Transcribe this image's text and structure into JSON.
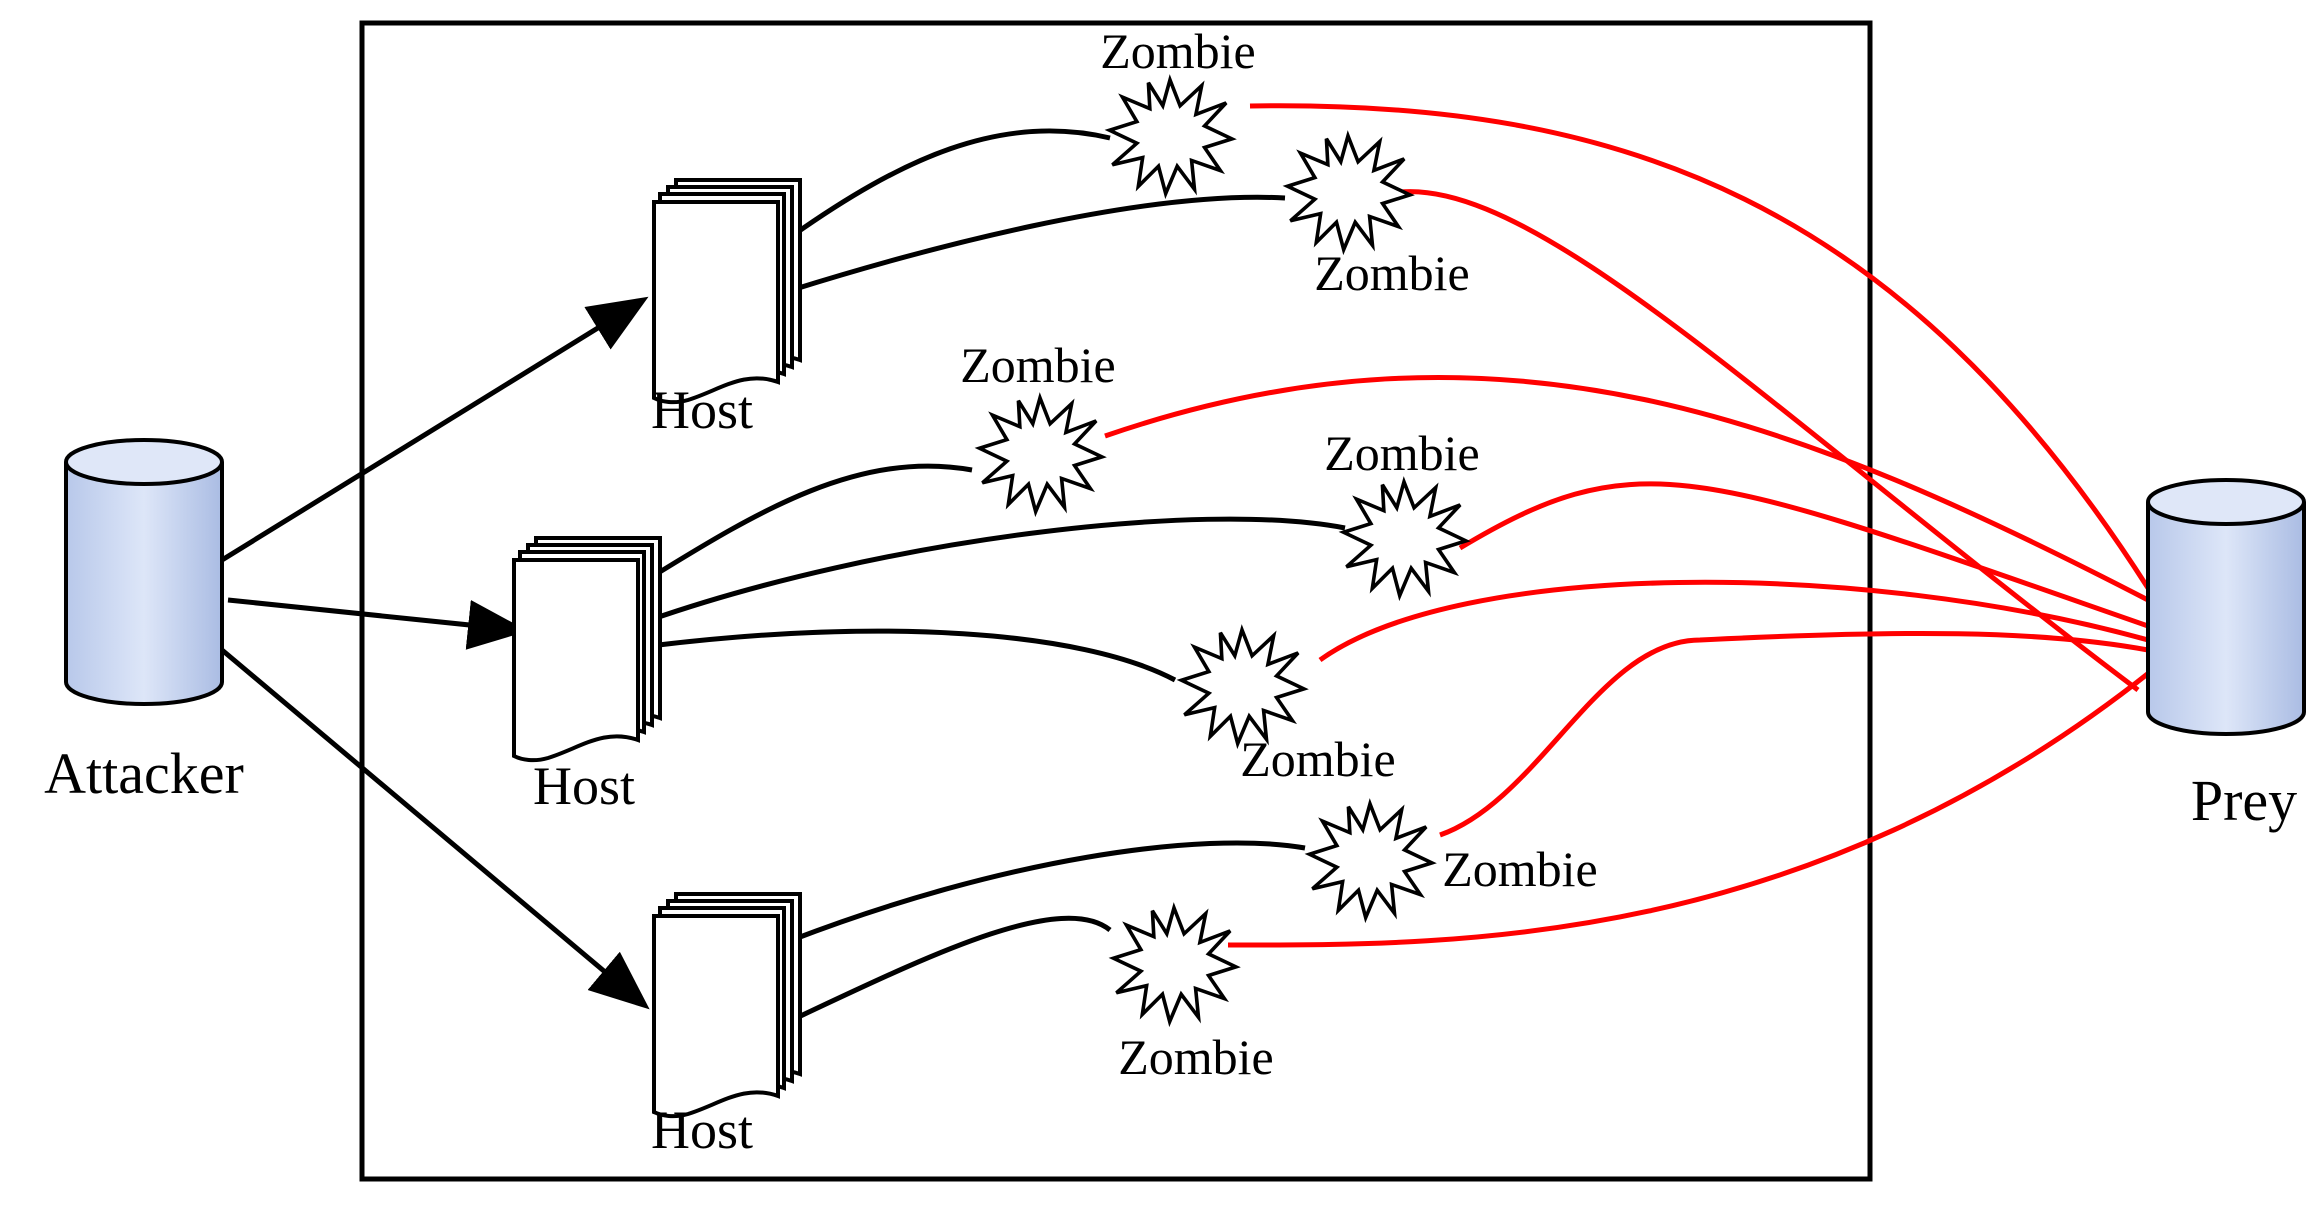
{
  "colors": {
    "attack_path": "#000000",
    "flood_path": "#ff0000",
    "cylinder_fill": "#c9d6f0",
    "cylinder_top": "#dfe7f8"
  },
  "attacker": {
    "label": "Attacker",
    "icon": "database-cylinder-icon"
  },
  "prey": {
    "label": "Prey",
    "icon": "database-cylinder-icon"
  },
  "hosts": [
    {
      "label": "Host",
      "icon": "document-stack-icon"
    },
    {
      "label": "Host",
      "icon": "document-stack-icon"
    },
    {
      "label": "Host",
      "icon": "document-stack-icon"
    }
  ],
  "zombies": [
    {
      "label": "Zombie",
      "icon": "burst-icon"
    },
    {
      "label": "Zombie",
      "icon": "burst-icon"
    },
    {
      "label": "Zombie",
      "icon": "burst-icon"
    },
    {
      "label": "Zombie",
      "icon": "burst-icon"
    },
    {
      "label": "Zombie",
      "icon": "burst-icon"
    },
    {
      "label": "Zombie",
      "icon": "burst-icon"
    },
    {
      "label": "Zombie",
      "icon": "burst-icon"
    }
  ]
}
